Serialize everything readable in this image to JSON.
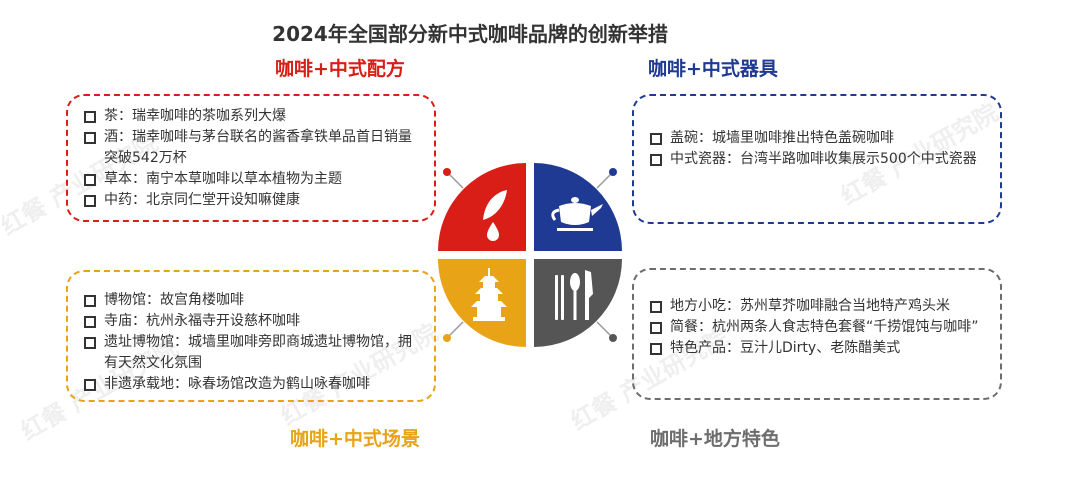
{
  "title": "2024年全国部分新中式咖啡品牌的创新举措",
  "quadrants": {
    "top_left": {
      "heading": "咖啡+中式配方",
      "color": "#d91e18",
      "items": [
        "茶：瑞幸咖啡的茶咖系列大爆",
        "酒：瑞幸咖啡与茅台联名的酱香拿铁单品首日销量突破542万杯",
        "草本：南宁本草咖啡以草本植物为主题",
        "中药：北京同仁堂开设知嘛健康"
      ]
    },
    "top_right": {
      "heading": "咖啡+中式器具",
      "color": "#1f3a93",
      "items": [
        "盖碗：城墙里咖啡推出特色盖碗咖啡",
        "中式瓷器：台湾半路咖啡收集展示500个中式瓷器"
      ]
    },
    "bottom_left": {
      "heading": "咖啡+中式场景",
      "color": "#e8a317",
      "items": [
        "博物馆：故宫角楼咖啡",
        "寺庙：杭州永福寺开设慈杯咖啡",
        "遗址博物馆：城墙里咖啡旁即商城遗址博物馆，拥有天然文化氛围",
        "非遗承载地：咏春场馆改造为鹤山咏春咖啡"
      ]
    },
    "bottom_right": {
      "heading": "咖啡+地方特色",
      "color": "#6d6d6d",
      "items": [
        "地方小吃：苏州草芥咖啡融合当地特产鸡头米",
        "简餐：杭州两条人食志特色套餐“千捞馄饨与咖啡”",
        "特色产品：豆汁儿Dirty、老陈醋美式"
      ]
    }
  },
  "icons": {
    "top_left": "leaf-drop-icon",
    "top_right": "teapot-icon",
    "bottom_left": "pagoda-icon",
    "bottom_right": "utensils-icon"
  },
  "watermark": "红餐 产业研究院"
}
